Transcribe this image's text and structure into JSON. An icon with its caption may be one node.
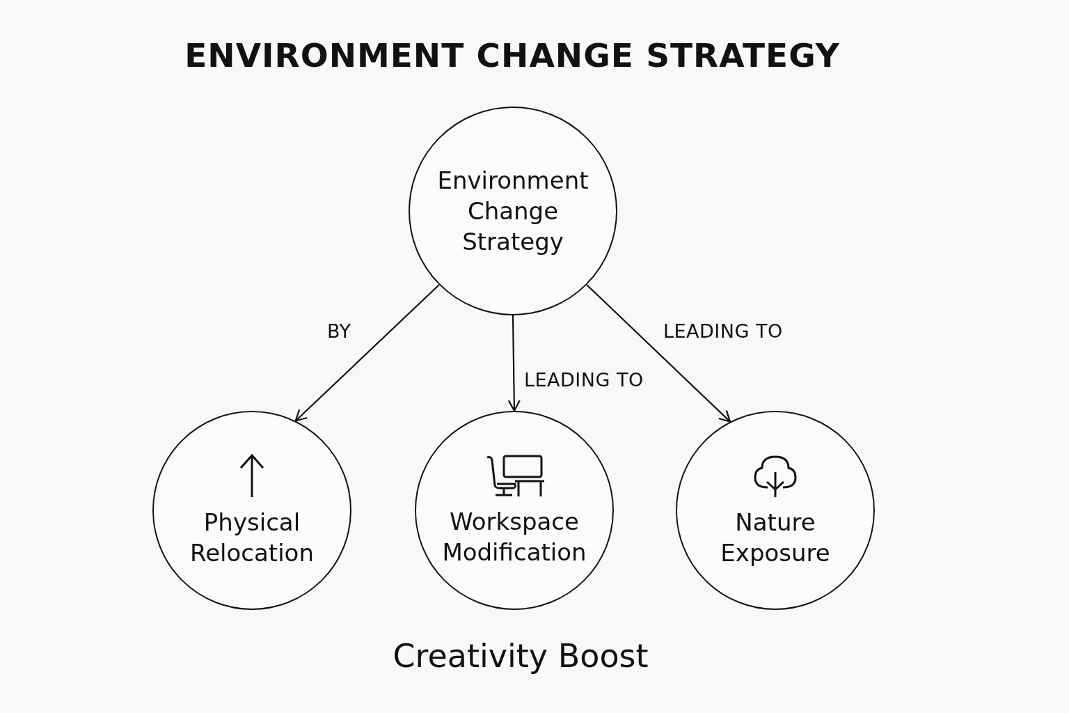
{
  "diagram": {
    "title": "ENVIRONMENT CHANGE STRATEGY",
    "nodes": [
      {
        "text": [
          "Environment Change Strategy"
        ]
      },
      {
        "text": [
          "Physical Relocation"
        ]
      },
      {
        "text": [
          "Workspace Modification"
        ]
      },
      {
        "text": [
          "Nature Exposure"
        ]
      }
    ],
    "edges": [
      {
        "from": 0,
        "to": 1,
        "arrow": "to",
        "label": "BY"
      },
      {
        "from": 0,
        "to": 2,
        "arrow": "to",
        "label": "LEADING TO"
      },
      {
        "from": 0,
        "to": 3,
        "arrow": "to",
        "label": "LEADING TO"
      }
    ],
    "labels": [
      "Creativity Boost"
    ]
  }
}
